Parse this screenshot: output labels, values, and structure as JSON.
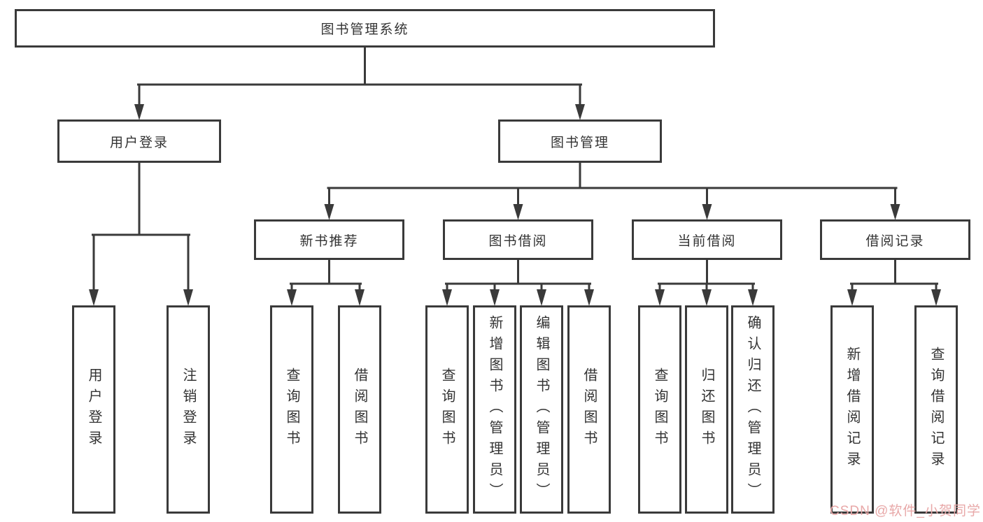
{
  "tree": {
    "label": "图书管理系统",
    "children": [
      {
        "label": "用户登录",
        "children": [
          {
            "label": "用户登录"
          },
          {
            "label": "注销登录"
          }
        ]
      },
      {
        "label": "图书管理",
        "children": [
          {
            "label": "新书推荐",
            "children": [
              {
                "label": "查询图书"
              },
              {
                "label": "借阅图书"
              }
            ]
          },
          {
            "label": "图书借阅",
            "children": [
              {
                "label": "查询图书"
              },
              {
                "label": "新增图书（管理员）"
              },
              {
                "label": "编辑图书（管理员）"
              },
              {
                "label": "借阅图书"
              }
            ]
          },
          {
            "label": "当前借阅",
            "children": [
              {
                "label": "查询图书"
              },
              {
                "label": "归还图书"
              },
              {
                "label": "确认归还（管理员）"
              }
            ]
          },
          {
            "label": "借阅记录",
            "children": [
              {
                "label": "新增借阅记录"
              },
              {
                "label": "查询借阅记录"
              }
            ]
          }
        ]
      }
    ]
  },
  "watermark": {
    "text": "CSDN @软件_小贺同学"
  },
  "colors": {
    "background": "#ffffff",
    "box_border": "#3a3a3a",
    "line": "#3a3a3a",
    "text": "#333333",
    "watermark": "#e8a8a8"
  }
}
